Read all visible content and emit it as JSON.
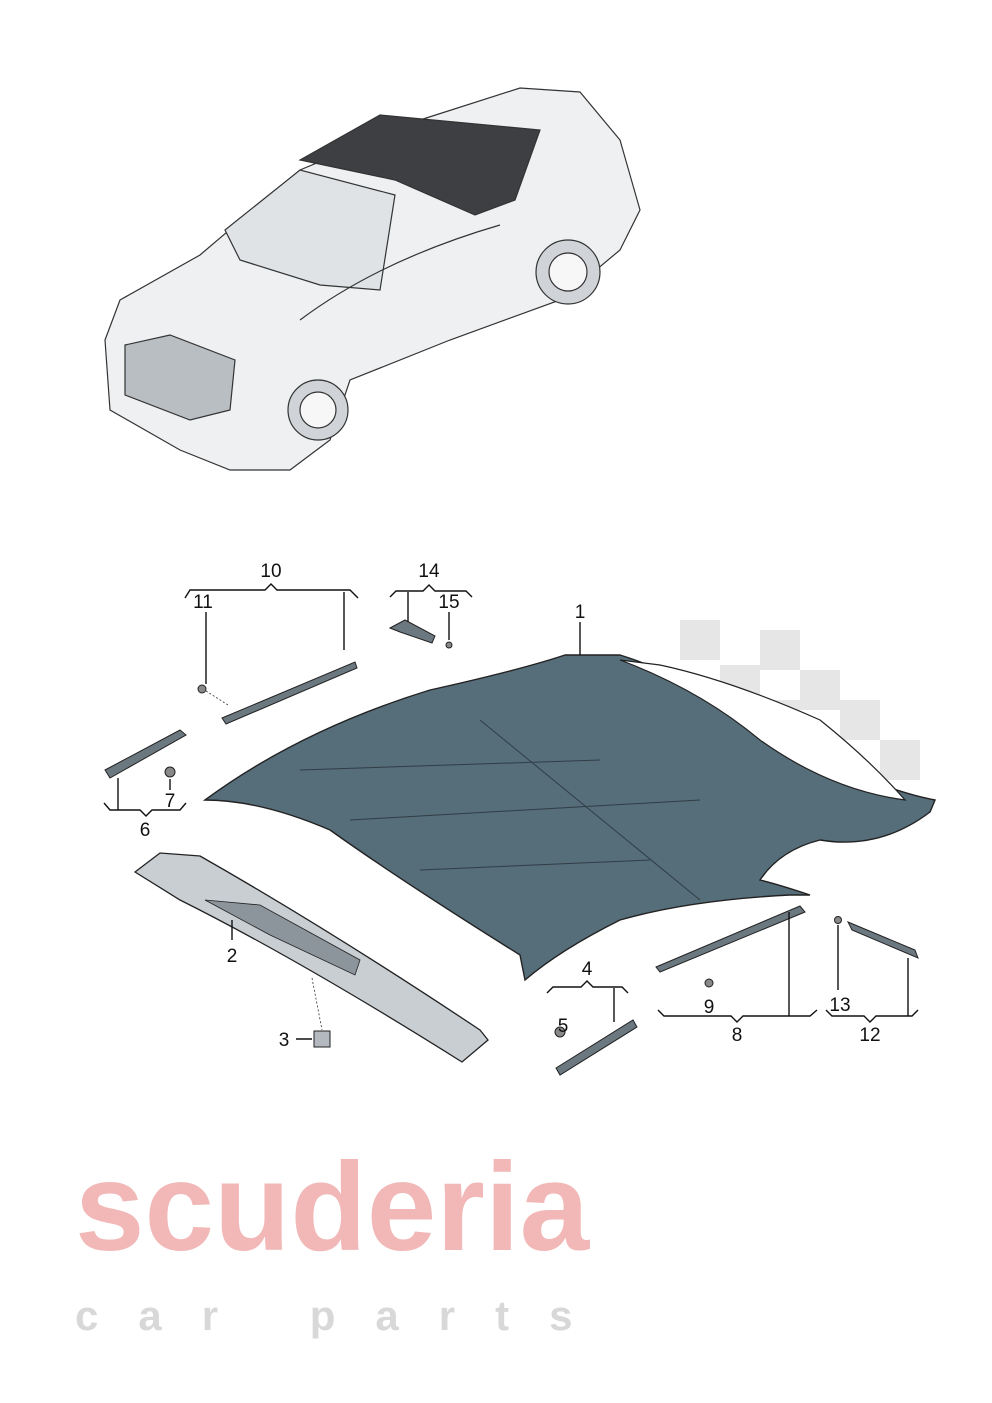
{
  "watermark": {
    "line1": "scuderia",
    "line2": "car parts",
    "color": "#f2b8b8"
  },
  "colors": {
    "roof": "#566d7a",
    "trim": "#c9ced3",
    "outline": "#222222"
  },
  "callouts": {
    "c1": "1",
    "c2": "2",
    "c3": "3",
    "c4": "4",
    "c5": "5",
    "c6": "6",
    "c7": "7",
    "c8": "8",
    "c9": "9",
    "c10": "10",
    "c11": "11",
    "c12": "12",
    "c13": "13",
    "c14": "14",
    "c15": "15"
  }
}
